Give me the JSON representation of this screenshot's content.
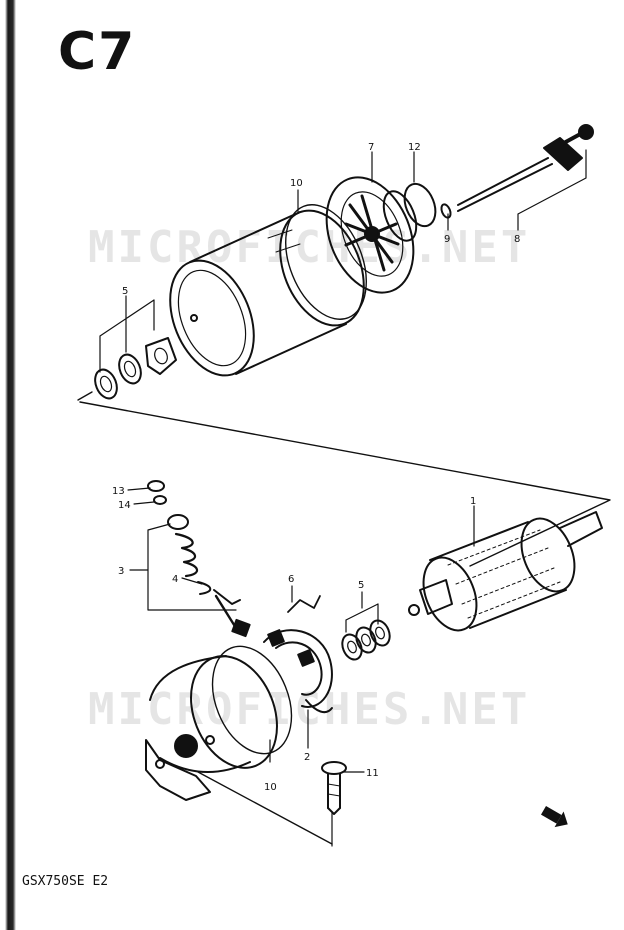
{
  "page": {
    "title": "C7",
    "model_code": "GSX750SE E2",
    "watermark": "MICROFICHES.NET",
    "watermark_lower": "MICROFICHES.NET"
  },
  "callouts": {
    "c10_top": "10",
    "c7": "7",
    "c12": "12",
    "c9": "9",
    "c8": "8",
    "c5_top": "5",
    "c13": "13",
    "c14": "14",
    "c3": "3",
    "c4": "4",
    "c6": "6",
    "c5_mid": "5",
    "c1": "1",
    "c2": "2",
    "c10_bottom": "10",
    "c11": "11"
  },
  "icons": {
    "direction_arrow": "forward-arrow-icon"
  }
}
